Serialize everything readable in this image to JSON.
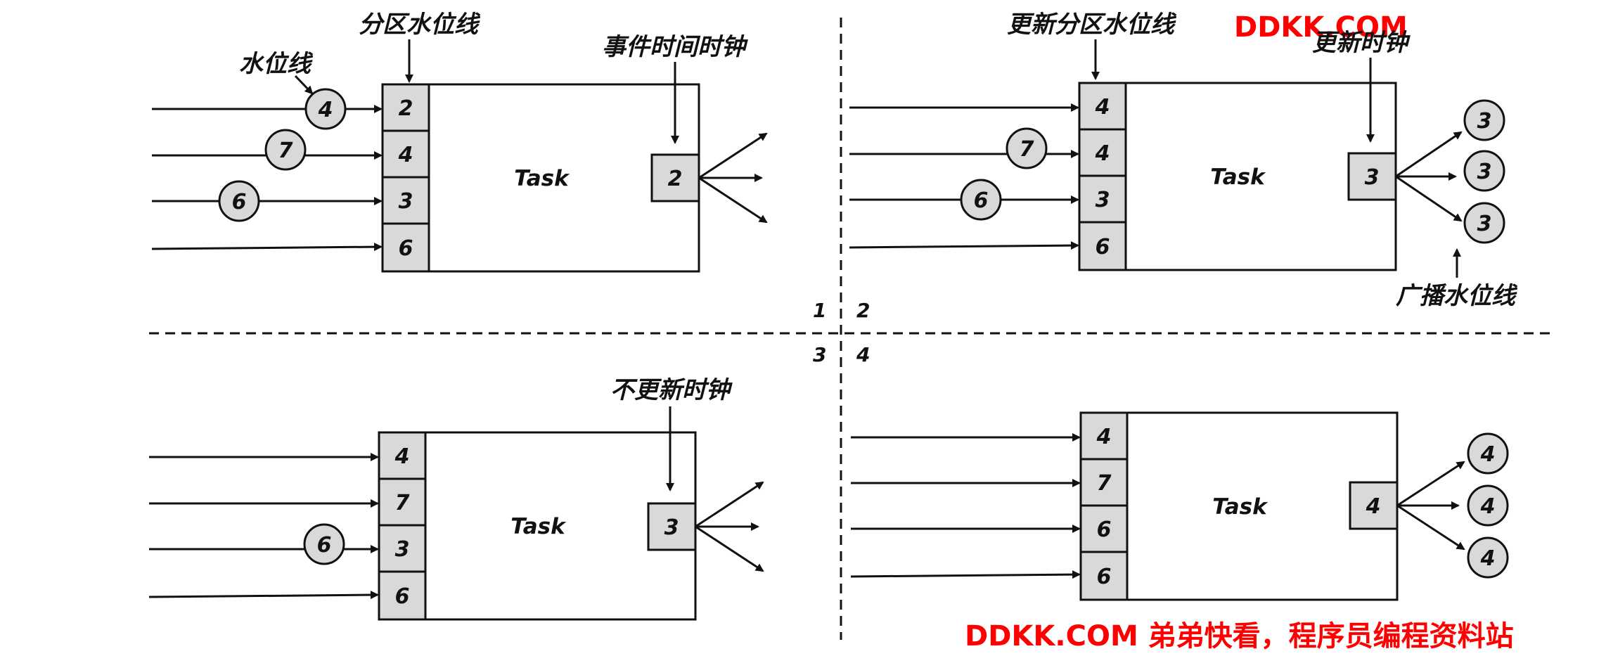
{
  "labels": {
    "watermark_line": "水位线",
    "partition_watermark": "分区水位线",
    "event_time_clock": "事件时间时钟",
    "update_partition_watermark": "更新分区水位线",
    "update_clock": "更新时钟",
    "broadcast_watermark": "广播水位线",
    "no_update_clock": "不更新时钟"
  },
  "quadrant_numbers": [
    "1",
    "2",
    "3",
    "4"
  ],
  "panels": [
    {
      "id": 1,
      "task_label": "Task",
      "partitions": [
        "2",
        "4",
        "3",
        "6"
      ],
      "incoming": [
        "4",
        "7",
        "6",
        ""
      ],
      "clock": "2",
      "outputs": []
    },
    {
      "id": 2,
      "task_label": "Task",
      "partitions": [
        "4",
        "4",
        "3",
        "6"
      ],
      "incoming": [
        "",
        "7",
        "6",
        ""
      ],
      "clock": "3",
      "outputs": [
        "3",
        "3",
        "3"
      ]
    },
    {
      "id": 3,
      "task_label": "Task",
      "partitions": [
        "4",
        "7",
        "3",
        "6"
      ],
      "incoming": [
        "",
        "",
        "6",
        ""
      ],
      "clock": "3",
      "outputs": []
    },
    {
      "id": 4,
      "task_label": "Task",
      "partitions": [
        "4",
        "7",
        "6",
        "6"
      ],
      "incoming": [],
      "clock": "4",
      "outputs": [
        "4",
        "4",
        "4"
      ]
    }
  ],
  "colors": {
    "box_fill": "#d9d9d9",
    "stroke": "#111111",
    "watermark_text": "#ff0000"
  },
  "watermark": {
    "top": "DDKK.COM",
    "bottom": "DDKK.COM 弟弟快看，程序员编程资料站"
  }
}
